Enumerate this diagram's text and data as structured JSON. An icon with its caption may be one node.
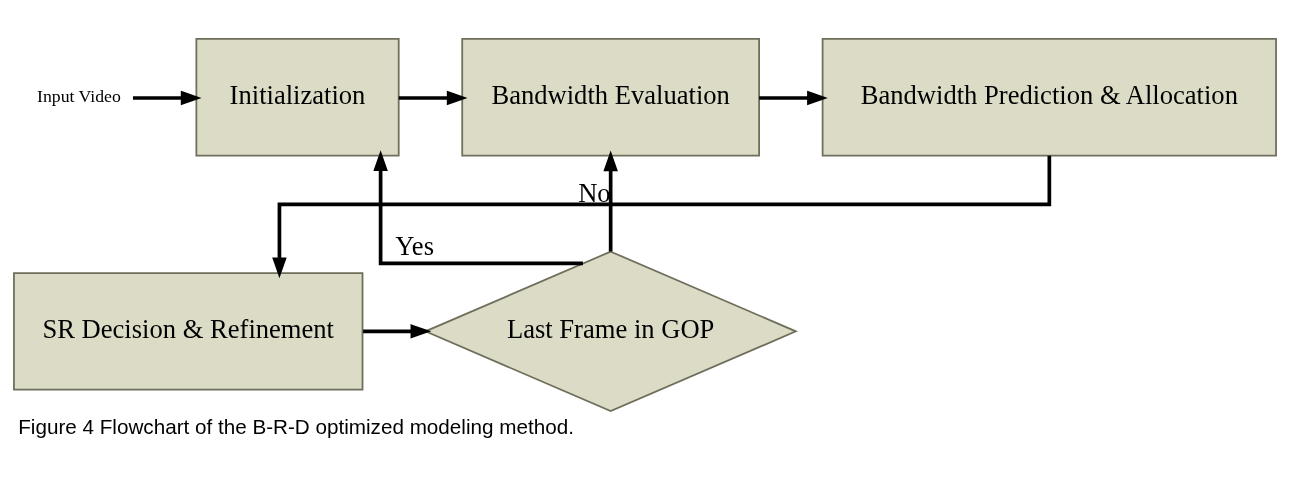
{
  "diagram": {
    "caption": "Figure 4 Flowchart of the B-R-D optimized modeling method.",
    "nodes": [
      {
        "text": [
          "Input Video"
        ]
      },
      {
        "text": [
          "Initialization"
        ]
      },
      {
        "text": [
          "Bandwidth Evaluation"
        ]
      },
      {
        "text": [
          "Bandwidth Prediction & Allocation"
        ]
      },
      {
        "text": [
          "SR Decision & Refinement"
        ]
      },
      {
        "text": [
          "Last Frame in GOP"
        ]
      }
    ],
    "edges": [
      {
        "from": 0,
        "to": 1,
        "arrow": "to"
      },
      {
        "from": 1,
        "to": 2,
        "arrow": "to"
      },
      {
        "from": 2,
        "to": 3,
        "arrow": "to"
      },
      {
        "from": 3,
        "to": 4,
        "arrow": "to"
      },
      {
        "from": 4,
        "to": 5,
        "arrow": "to"
      },
      {
        "from": 5,
        "to": 2,
        "arrow": "to",
        "label": "No"
      },
      {
        "from": 5,
        "to": 1,
        "arrow": "to",
        "label": "Yes"
      }
    ]
  }
}
